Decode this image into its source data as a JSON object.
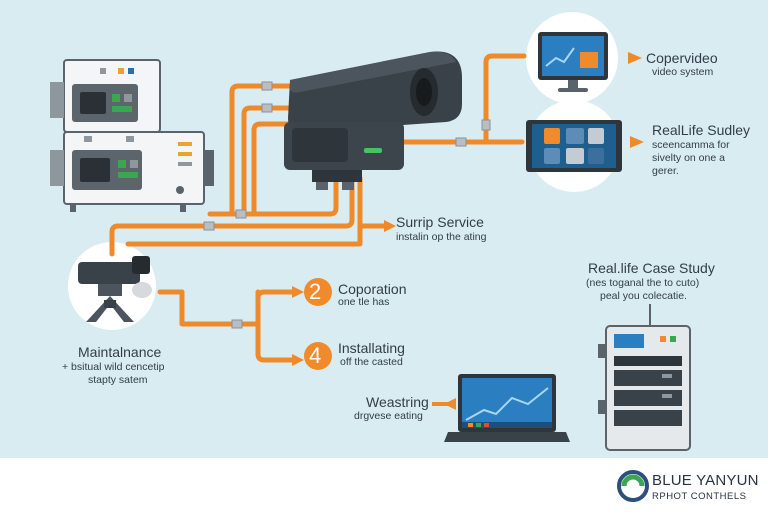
{
  "colors": {
    "background": "#d9ecf2",
    "connector": "#ee8a2a",
    "device_dark": "#3f464d",
    "screen_blue": "#1f5f8e",
    "brand_green": "#3aa651",
    "brand_blue": "#2c4f7c"
  },
  "labels": {
    "copervideo": {
      "title": "Copervideo",
      "sub": "video system"
    },
    "reallife_top": {
      "title": "RealLife Sudley",
      "sub1": "sсeencamma  for",
      "sub2": "sivelty on one a",
      "sub3": "gerer."
    },
    "surrip": {
      "title": "Surrip Service",
      "sub": "instalin op the ating"
    },
    "reallife_case": {
      "title": "Real.life Case Study",
      "sub1": "(nes toganal the to cuto)",
      "sub2": "peal you colecatie."
    },
    "step2": {
      "number": "2",
      "title": "Coporation",
      "sub": "one tle has"
    },
    "step4": {
      "number": "4",
      "title": "Installating",
      "sub": "off the casted"
    },
    "maintenance": {
      "title": "Maintalnance",
      "sub1": "+ bsitual wild cencetip",
      "sub2": "stapty satem"
    },
    "weastring": {
      "title": "Weastring",
      "sub": "drgvese eating"
    }
  },
  "brand": {
    "name": "BLUE YANYUN",
    "tagline": "RPHOT CONTHELS"
  },
  "icons": [
    "control-panel-icon",
    "security-camera-icon",
    "monitor-icon",
    "tablet-icon",
    "small-camera-icon",
    "server-rack-icon",
    "laptop-icon",
    "brand-logo-icon"
  ]
}
